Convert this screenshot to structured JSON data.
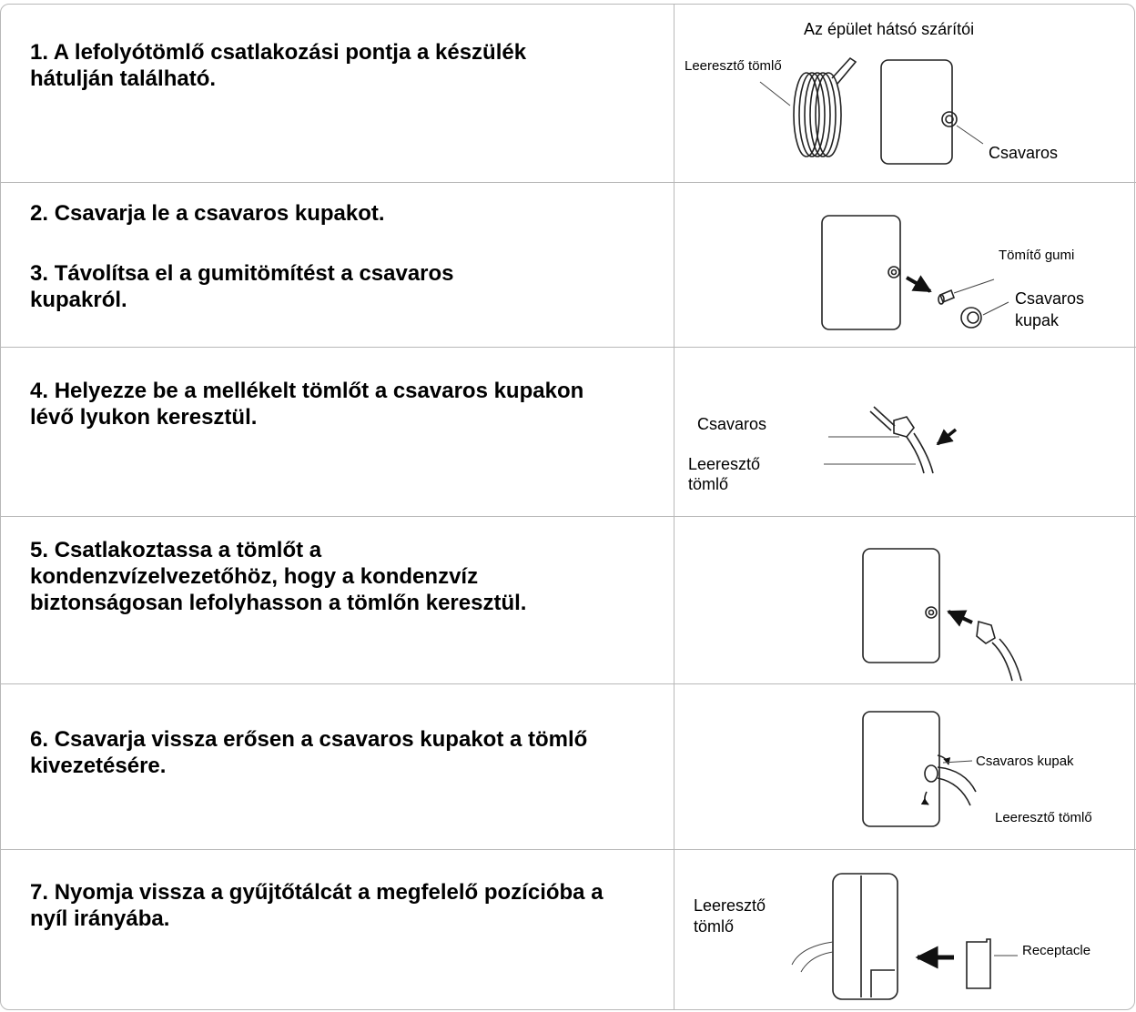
{
  "steps": [
    {
      "number": "1.",
      "text": "A lefolyótömlő csatlakozási pontja a készülék hátulján található."
    },
    {
      "number": "2.",
      "text": "Csavarja le a csavaros kupakot."
    },
    {
      "number": "3.",
      "text": "Távolítsa el a gumitömítést a csavaros kupakról."
    },
    {
      "number": "4.",
      "text": "Helyezze be a mellékelt tömlőt a csavaros kupakon lévő lyukon keresztül."
    },
    {
      "number": "5.",
      "text": "Csatlakoztassa a tömlőt a kondenzvízelvezetőhöz, hogy a kondenzvíz biztonságosan lefolyhasson a tömlőn keresztül."
    },
    {
      "number": "6.",
      "text": "Csavarja vissza erősen a csavaros kupakot a tömlő kivezetésére."
    },
    {
      "number": "7.",
      "text": "Nyomja vissza a gyűjtőtálcát a megfelelő pozícióba a nyíl irányába."
    }
  ],
  "figures": {
    "fig1": {
      "title": "Az épület hátsó szárítói",
      "hose": "Leeresztő tömlő",
      "cap": "Csavaros"
    },
    "fig2": {
      "seal": "Tömítő gumi",
      "cap_line1": "Csavaros",
      "cap_line2": "kupak"
    },
    "fig3": {
      "cap": "Csavaros",
      "hose_line1": "Leeresztő",
      "hose_line2": "tömlő"
    },
    "fig5": {},
    "fig6": {
      "cap": "Csavaros kupak",
      "hose": "Leeresztő tömlő"
    },
    "fig7": {
      "hose_line1": "Leeresztő",
      "hose_line2": "tömlő",
      "receptacle": "Receptacle"
    }
  }
}
